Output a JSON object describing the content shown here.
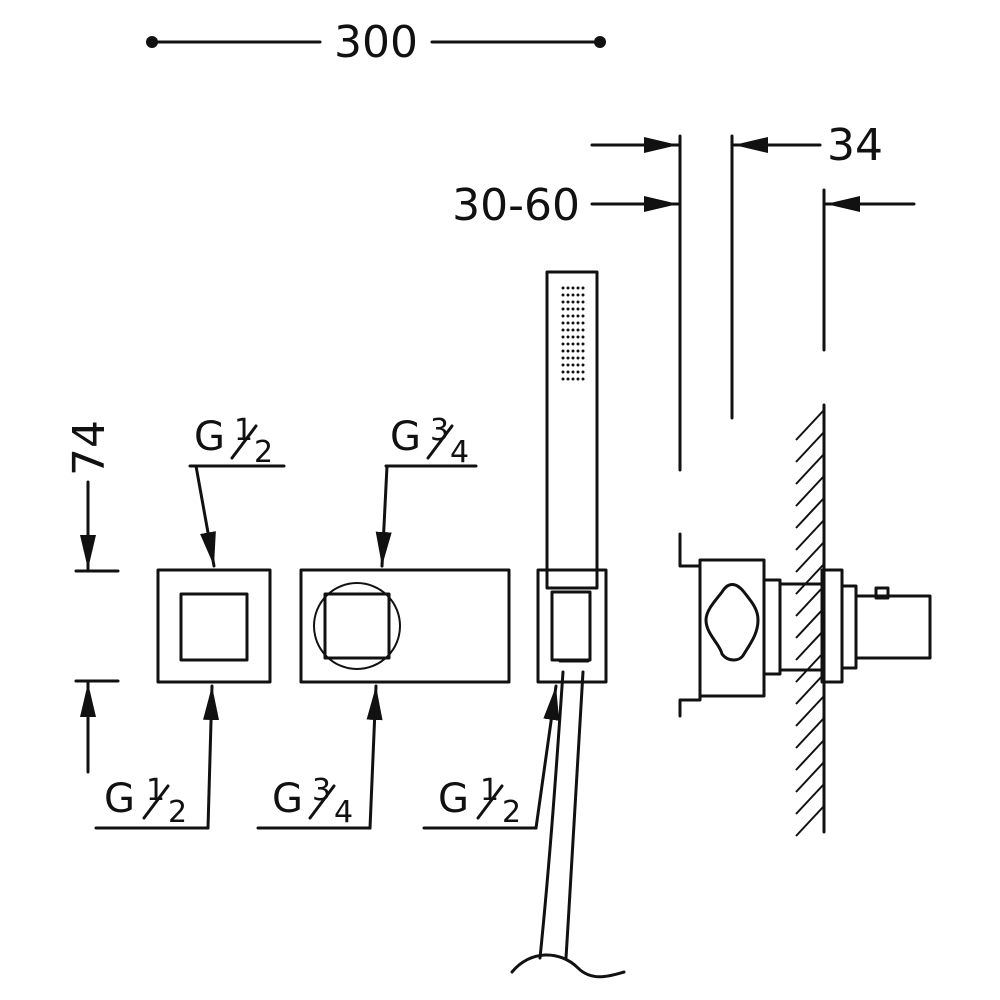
{
  "dimensions": {
    "width": "300",
    "depth_range": "30-60",
    "depth": "34",
    "height": "74"
  },
  "callouts": {
    "top_left": {
      "prefix": "G",
      "num": "1",
      "den": "2"
    },
    "top_middle": {
      "prefix": "G",
      "num": "3",
      "den": "4"
    },
    "bottom_left": {
      "prefix": "G",
      "num": "1",
      "den": "2"
    },
    "bottom_middle": {
      "prefix": "G",
      "num": "3",
      "den": "4"
    },
    "bottom_right": {
      "prefix": "G",
      "num": "1",
      "den": "2"
    }
  }
}
